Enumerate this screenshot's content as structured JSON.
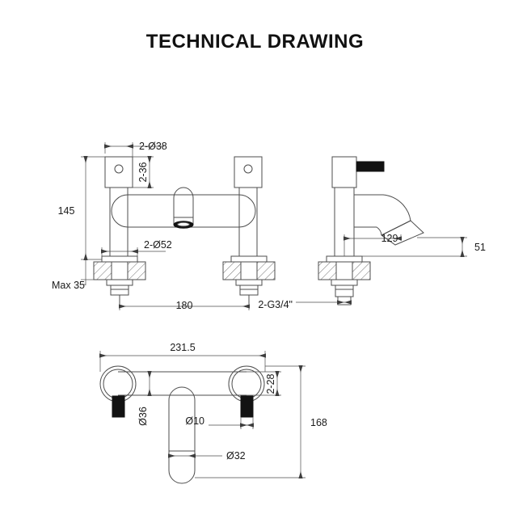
{
  "document": {
    "title": "TECHNICAL DRAWING",
    "background_color": "#ffffff",
    "line_color": "#4d4d4d",
    "text_color": "#1a1a1a",
    "accent_color": "#000000"
  },
  "views": {
    "front": {
      "name": "front-elevation",
      "dimensions": {
        "handle_bore": "2-Ø38",
        "handle_height": "2-36",
        "body_height": "145",
        "base_flange": "2-Ø52",
        "max_thickness": "Max 35",
        "centre_distance": "180"
      }
    },
    "side": {
      "name": "side-elevation",
      "dimensions": {
        "spout_reach": "129",
        "spout_height": "51",
        "inlet_thread": "2-G3/4\""
      }
    },
    "plan": {
      "name": "plan-view",
      "dimensions": {
        "overall_width": "231.5",
        "lever_width": "2-28",
        "handle_diameter": "Ø36",
        "lever_thickness": "Ø10",
        "spout_diameter": "Ø32",
        "overall_depth": "168"
      }
    }
  }
}
